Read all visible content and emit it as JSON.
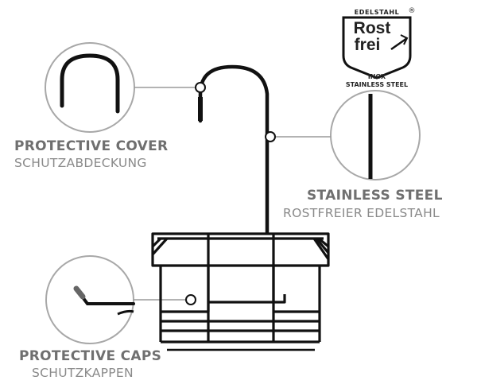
{
  "badge": {
    "top_label": "EDELSTAHL",
    "registered": "®",
    "line1": "Rost",
    "line2": "frei",
    "bottom1": "INOX",
    "bottom2": "STAINLESS STEEL"
  },
  "callouts": {
    "cover": {
      "title": "PROTECTIVE COVER",
      "subtitle": "SCHUTZABDECKUNG"
    },
    "steel": {
      "title": "STAINLESS STEEL",
      "subtitle": "ROSTFREIER EDELSTAHL"
    },
    "caps": {
      "title": "PROTECTIVE CAPS",
      "subtitle": "SCHUTZKAPPEN"
    }
  },
  "colors": {
    "ink": "#111111",
    "callout_line": "#9a9a9a",
    "title": "#6f6f6f",
    "subtitle": "#8a8a8a"
  }
}
